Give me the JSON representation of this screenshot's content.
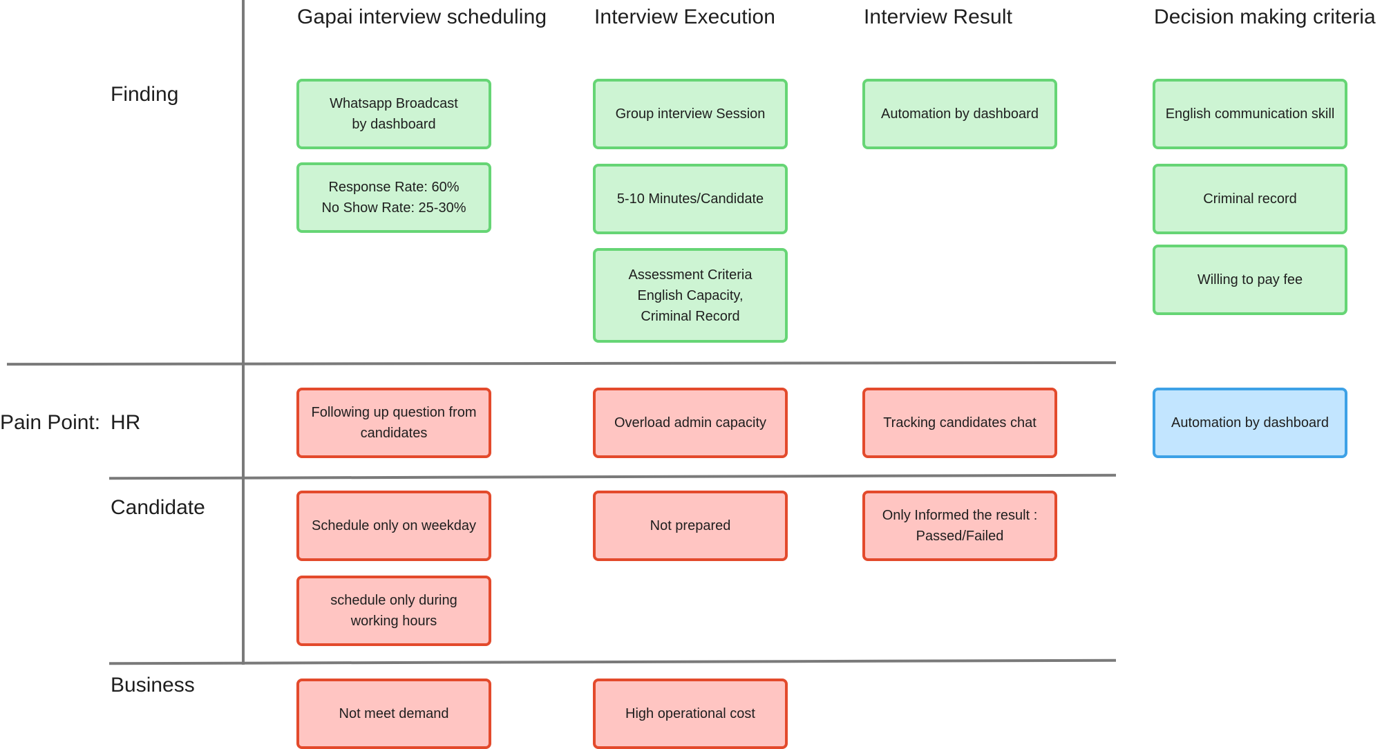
{
  "colors": {
    "finding_fill": "#cdf4d3",
    "finding_border": "#66d575",
    "pain_fill": "#ffc5c2",
    "pain_border": "#e34a2c",
    "solution_fill": "#c2e5ff",
    "solution_border": "#3da1e6",
    "grid_line": "#7a7a7a"
  },
  "columns": {
    "scheduling": "Gapai interview scheduling",
    "execution": "Interview Execution",
    "result": "Interview Result",
    "decision": "Decision making criteria"
  },
  "rows": {
    "finding": "Finding",
    "pain_point": "Pain Point:",
    "hr": "HR",
    "candidate": "Candidate",
    "business": "Business"
  },
  "cards": {
    "finding_scheduling_1": "Whatsapp Broadcast\nby dashboard",
    "finding_scheduling_2": "Response Rate: 60%\nNo Show Rate: 25-30%",
    "finding_execution_1": "Group interview Session",
    "finding_execution_2": "5-10 Minutes/Candidate",
    "finding_execution_3": "Assessment Criteria\nEnglish Capacity,\nCriminal Record",
    "finding_result_1": "Automation by dashboard",
    "finding_decision_1": "English communication skill",
    "finding_decision_2": "Criminal record",
    "finding_decision_3": "Willing to pay fee",
    "hr_scheduling": "Following up question from\ncandidates",
    "hr_execution": "Overload admin capacity",
    "hr_result": "Tracking candidates chat",
    "hr_decision": "Automation by dashboard",
    "candidate_scheduling_1": "Schedule only on weekday",
    "candidate_scheduling_2": "schedule only during\nworking hours",
    "candidate_execution": "Not prepared",
    "candidate_result": "Only Informed the result :\nPassed/Failed",
    "business_scheduling": "Not meet demand",
    "business_execution": "High operational cost"
  }
}
